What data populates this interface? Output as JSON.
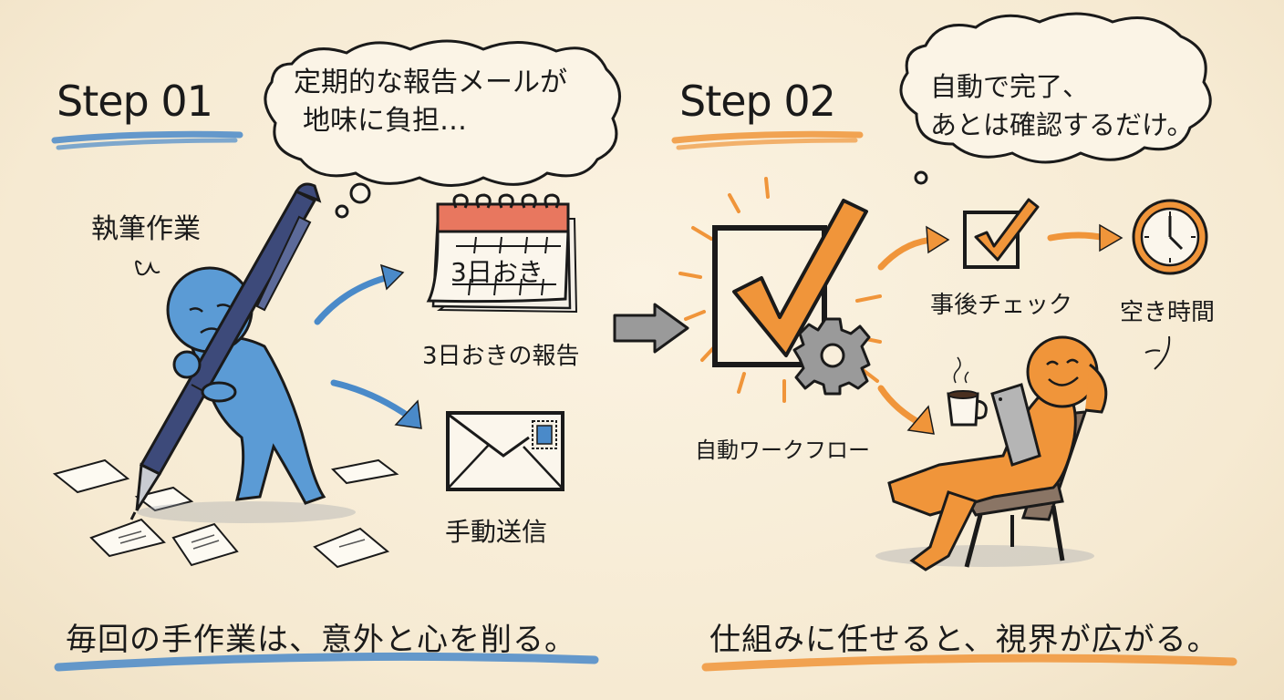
{
  "colors": {
    "background": "#f8eedb",
    "blue_accent": "#4a8ac9",
    "orange_accent": "#f0953a",
    "calendar_red": "#e8775f",
    "gear_gray": "#8a8a8a",
    "ink": "#1a1a1a",
    "chair_brown": "#8a7565"
  },
  "step1": {
    "title": "Step 01",
    "thought_line1": "定期的な報告メールが",
    "thought_line2": "地味に負担…",
    "writing_label": "執筆作業",
    "calendar_text": "3日おき",
    "calendar_label": "3日おきの報告",
    "envelope_label": "手動送信",
    "caption": "毎回の手作業は、意外と心を削る。"
  },
  "step2": {
    "title": "Step 02",
    "thought_line1": "自動で完了、",
    "thought_line2": "あとは確認するだけ。",
    "workflow_label": "自動ワークフロー",
    "check_label": "事後チェック",
    "free_time_label": "空き時間",
    "caption": "仕組みに任せると、視界が広がる。"
  },
  "icons": {
    "pen": "pen-icon",
    "calendar": "calendar-icon",
    "envelope": "envelope-icon",
    "transition_arrow": "arrow-right-icon",
    "checkbox": "checkbox-icon",
    "gear": "gear-icon",
    "clock": "clock-icon",
    "coffee": "coffee-cup-icon",
    "tablet": "tablet-icon",
    "chair": "chair-icon"
  }
}
